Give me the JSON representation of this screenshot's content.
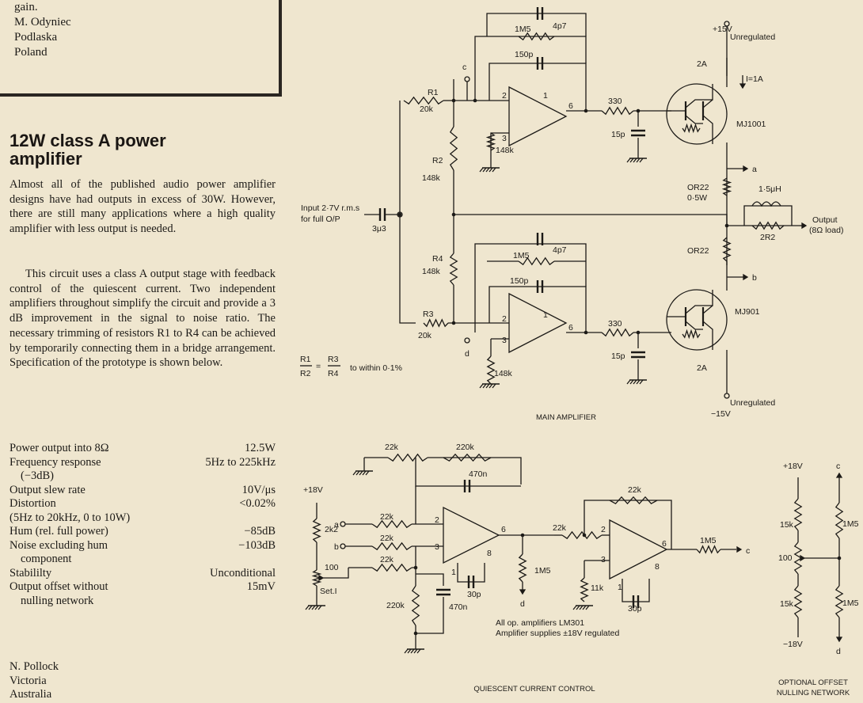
{
  "previous_article": {
    "lines": [
      "gain.",
      "M. Odyniec",
      "Podlaska",
      "Poland"
    ]
  },
  "article": {
    "title_line1": "12W class A power",
    "title_line2": "amplifier",
    "paragraph1": "Almost all of the published audio power amplifier designs have had outputs in excess of 30W. However, there are still many applications where a high quality amplifier with less output is needed.",
    "paragraph2": "This circuit uses a class A output stage with feedback control of the quiescent current. Two independent amplifiers throughout simplify the circuit and provide a 3 dB improvement in the signal to noise ratio. The necessary trimming of resistors R1 to R4 can be achieved by temporarily connecting them in a bridge arrangement. Specification of the prototype is shown below.",
    "specs": [
      {
        "label": "Power output into 8Ω",
        "value": "12.5W"
      },
      {
        "label": "Frequency response",
        "value": "5Hz to 225kHz"
      },
      {
        "label": "(−3dB)",
        "value": ""
      },
      {
        "label": "Output slew rate",
        "value": "10V/μs"
      },
      {
        "label": "Distortion",
        "value": "<0.02%"
      },
      {
        "label": "(5Hz to 20kHz, 0 to 10W)",
        "value": ""
      },
      {
        "label": "Hum (rel. full power)",
        "value": "−85dB"
      },
      {
        "label": "Noise excluding hum",
        "value": "−103dB"
      },
      {
        "label": "component",
        "value": ""
      },
      {
        "label": "Stabililty",
        "value": "Unconditional"
      },
      {
        "label": "Output offset without",
        "value": "15mV"
      },
      {
        "label": "nulling network",
        "value": ""
      }
    ],
    "author": [
      "N. Pollock",
      "Victoria",
      "Australia"
    ]
  },
  "schematic": {
    "titles": {
      "main": "MAIN AMPLIFIER",
      "quiescent": "QUIESCENT CURRENT CONTROL",
      "offset1": "OPTIONAL OFFSET",
      "offset2": "NULLING NETWORK"
    },
    "notes": {
      "ops": "All op. amplifiers LM301",
      "supplies": "Amplifier supplies ±18V regulated",
      "ratio_r1": "R1",
      "ratio_r2": "R2",
      "ratio_r3": "R3",
      "ratio_r4": "R4",
      "ratio_eq": "=",
      "ratio_text": "to within 0·1%",
      "input1": "Input 2·7V r.m.s",
      "input2": "for full O/P",
      "output1": "Output",
      "output2": "(8Ω load)"
    },
    "labels": {
      "p15v": "+15V",
      "unreg_top": "Unregulated",
      "fuse_top": "2A",
      "i1a": "I=1A",
      "mj1001": "MJ1001",
      "mj901": "MJ901",
      "or22a": "OR22",
      "w05": "0·5W",
      "or22b": "OR22",
      "l15": "1·5μH",
      "r2r2": "2R2",
      "node_a": "a",
      "node_b": "b",
      "fuse_bot": "2A",
      "unreg_bot": "Unregulated",
      "m15v": "−15V",
      "c1m5a": "1M5",
      "c4p7a": "4p7",
      "c150pa": "150p",
      "r330a": "330",
      "c15pa": "15p",
      "r148ka": "148k",
      "r1": "R1",
      "r1v": "20k",
      "r2": "R2",
      "r2v": "148k",
      "r4": "R4",
      "r4v": "148k",
      "r3": "R3",
      "r3v": "20k",
      "c3u3": "3μ3",
      "c1m5b": "1M5",
      "c4p7b": "4p7",
      "c150pb": "150p",
      "r330b": "330",
      "c15pb": "15p",
      "r148kb": "148k",
      "node_c": "c",
      "node_d": "d",
      "pin2a": "2",
      "pin3a": "3",
      "pin1a": "1",
      "pin6a": "6",
      "pin2b": "2",
      "pin3b": "3",
      "pin1b": "1",
      "pin6b": "6",
      "q18v": "+18V",
      "q2k2": "2k2",
      "q100": "100",
      "qset": "Set.I",
      "q22k1": "22k",
      "q220k1": "220k",
      "q470n1": "470n",
      "qa": "a",
      "qb": "b",
      "q22ka": "22k",
      "q22kb": "22k",
      "q22kc": "22k",
      "q220k2": "220k",
      "q470n2": "470n",
      "q30p1": "30p",
      "q1m5": "1M5",
      "qd": "d",
      "q22kd": "22k",
      "q22ke": "22k",
      "q11k": "11k",
      "q30p2": "30p",
      "q1m5o": "1M5",
      "qc": "c",
      "qp2": "2",
      "qp3": "3",
      "qp6": "6",
      "qp8": "8",
      "qp1": "1",
      "qq2": "2",
      "qq3": "3",
      "qq6": "6",
      "qq8": "8",
      "qq1": "1",
      "o18v": "+18V",
      "o15ka": "15k",
      "o100": "100",
      "o15kb": "15k",
      "om18v": "−18V",
      "oc": "c",
      "od": "d",
      "o1m5a": "1M5",
      "o1m5b": "1M5"
    }
  }
}
